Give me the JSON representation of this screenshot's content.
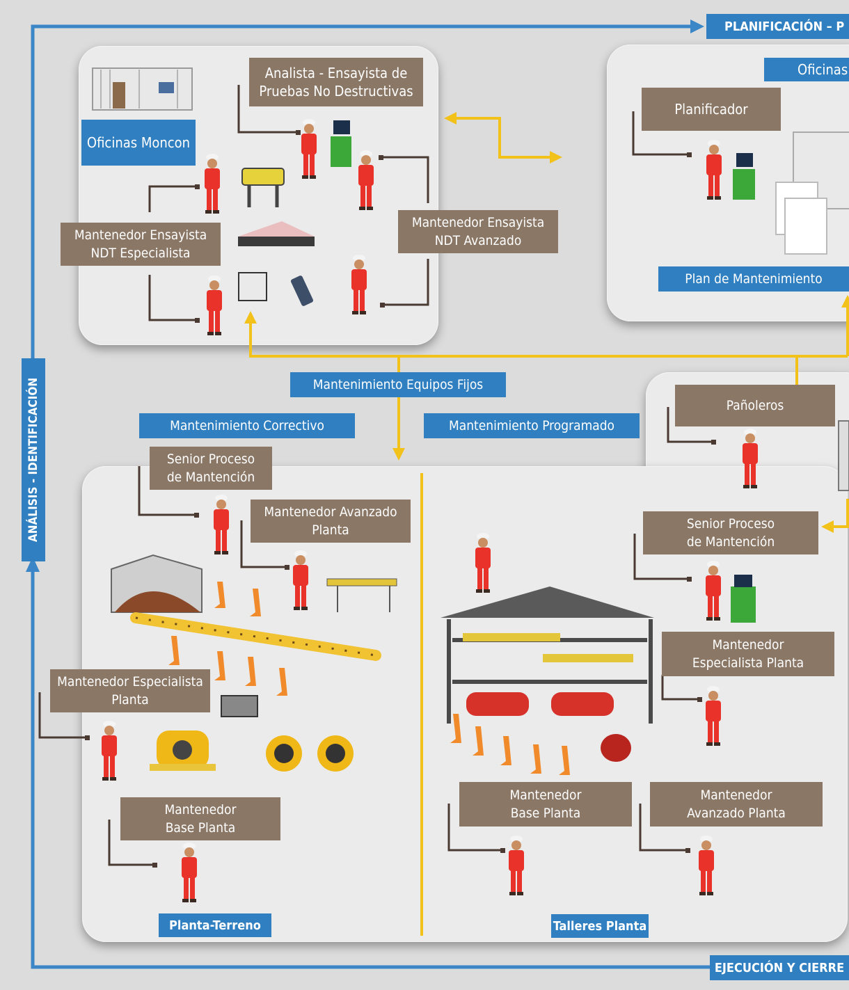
{
  "flow": {
    "planificacion": "PLANIFICACIÓN – P",
    "analisis": "ANÁLISIS - IDENTIFICACIÓN",
    "ejecucion": "EJECUCIÓN Y CIERRE"
  },
  "moncon": {
    "title": "Oficinas Moncon",
    "analista": "Analista - Ensayista de\nPruebas No Destructivas",
    "ndt_especialista": "Mantenedor Ensayista\nNDT Especialista",
    "ndt_avanzado": "Mantenedor Ensayista\nNDT Avanzado"
  },
  "oficinas": {
    "title": "Oficinas",
    "planificador": "Planificador",
    "plan": "Plan de Mantenimiento"
  },
  "center": {
    "equipos_fijos": "Mantenimiento Equipos Fijos",
    "correctivo": "Mantenimiento Correctivo",
    "programado": "Mantenimiento Programado"
  },
  "panoleros": {
    "title": "Pañoleros"
  },
  "planta_terreno": {
    "title": "Planta-Terreno",
    "senior": "Senior Proceso\nde Mantención",
    "avanzado": "Mantenedor Avanzado\nPlanta",
    "especialista": "Mantenedor Especialista\nPlanta",
    "base": "Mantenedor\nBase Planta"
  },
  "talleres": {
    "title": "Talleres Planta",
    "senior": "Senior Proceso\nde Mantención",
    "especialista": "Mantenedor\nEspecialista Planta",
    "base": "Mantenedor\nBase Planta",
    "avanzado": "Mantenedor\nAvanzado Planta"
  },
  "colors": {
    "flow_blue": "#2f7fc1",
    "label_brown": "#8b7766",
    "arrow_yellow": "#f2c21b",
    "worker_red": "#e8322a"
  }
}
